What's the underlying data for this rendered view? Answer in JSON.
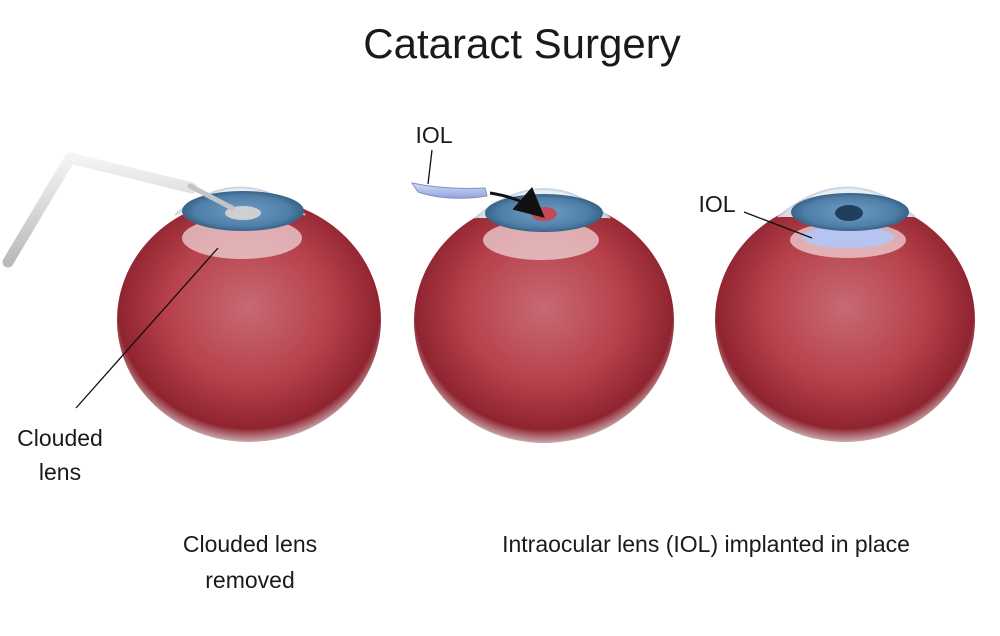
{
  "diagram": {
    "title": "Cataract Surgery",
    "labels": {
      "clouded_lens_line1": "Clouded",
      "clouded_lens_line2": "lens",
      "iol_incoming": "IOL",
      "iol_placed": "IOL"
    },
    "captions": {
      "removed_line1": "Clouded lens",
      "removed_line2": "removed",
      "implanted": "Intraocular lens (IOL) implanted in place"
    },
    "colors": {
      "eyeball": "#b8414c",
      "eyeball_dark": "#8f2430",
      "iris": "#4f7fa8",
      "pupil": "#1f3f5c",
      "cornea": "#dfe8f2",
      "iol": "#aab9e8",
      "probe": "#d9dadc"
    }
  }
}
